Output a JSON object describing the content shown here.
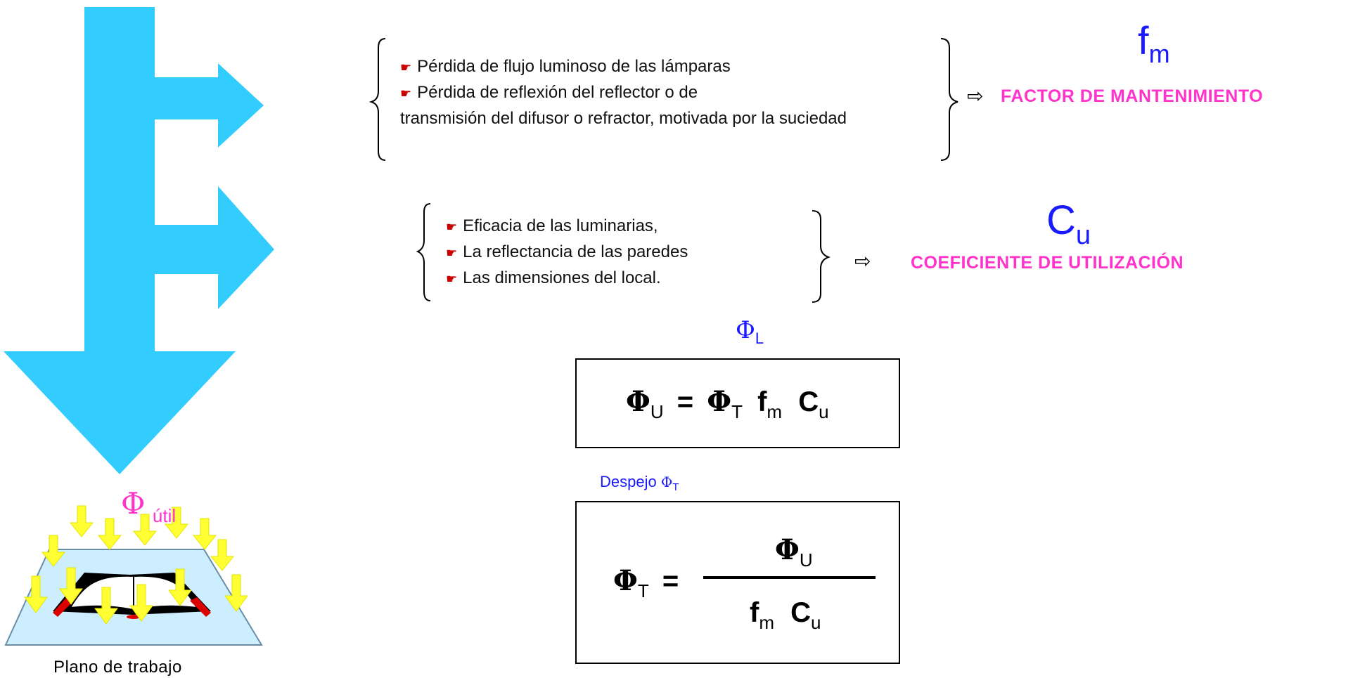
{
  "maintenance": {
    "items": [
      "Pérdida de flujo luminoso de las lámparas",
      "Pérdida de reflexión del reflector o de transmisión del difusor o refractor, motivada por la suciedad"
    ],
    "item2_line1": "Pérdida de reflexión del reflector o de",
    "item2_rest": "transmisión del difusor o refractor, motivada por la suciedad",
    "symbol": "f",
    "symbol_sub": "m",
    "label": "FACTOR DE MANTENIMIENTO"
  },
  "utilization": {
    "items": [
      "Eficacia de las luminarias,",
      "La reflectancia de las paredes",
      "Las dimensiones del local."
    ],
    "symbol": "C",
    "symbol_sub": "u",
    "label": "COEFICIENTE DE UTILIZACIÓN"
  },
  "implies_glyph": "⇨",
  "bullet_glyph": "☛",
  "phi_label": {
    "symbol": "Φ",
    "sub": "útil"
  },
  "workplane_caption": "Plano de trabajo",
  "formula1": {
    "brace_label_symbol": "Φ",
    "brace_label_sub": "L",
    "lhs_sub": "U",
    "t_sub": "T",
    "f": "f",
    "f_sub": "m",
    "c": "C",
    "c_sub": "u"
  },
  "despejo": {
    "text": "Despejo",
    "symbol": "Φ",
    "sub": "T"
  },
  "formula2": {
    "lhs_sub": "T",
    "num_sub": "U",
    "den_f": "f",
    "den_f_sub": "m",
    "den_c": "C",
    "den_c_sub": "u"
  },
  "colors": {
    "flow_arrow": "#33ccff",
    "accent_pink": "#ff33cc",
    "accent_blue": "#1a1aff",
    "bullet_red": "#cc0000",
    "brace_red": "#ff0000",
    "light_arrow": "#ffff33",
    "plane_fill": "#cceeff"
  }
}
